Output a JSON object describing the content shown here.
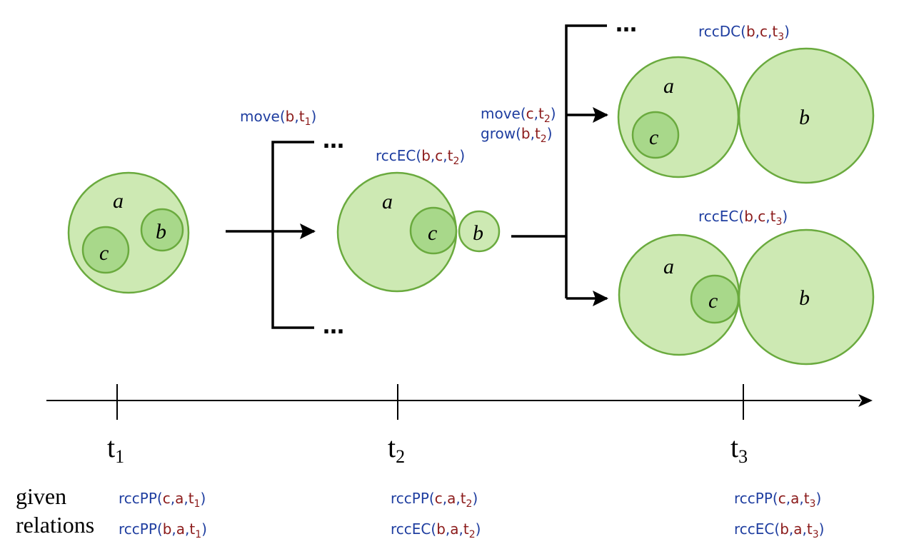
{
  "regions": {
    "a": "a",
    "b": "b",
    "c": "c"
  },
  "ellipsis": "…",
  "actions": {
    "first": {
      "fn": "move",
      "args": [
        "b"
      ],
      "t": "t",
      "tsub": "1"
    },
    "second_move": {
      "fn": "move",
      "args": [
        "c"
      ],
      "t": "t",
      "tsub": "2"
    },
    "second_grow": {
      "fn": "grow",
      "args": [
        "b"
      ],
      "t": "t",
      "tsub": "2"
    }
  },
  "state_relations": {
    "t2": {
      "fn": "rccEC",
      "args": [
        "b",
        "c"
      ],
      "t": "t",
      "tsub": "2"
    },
    "t3_top": {
      "fn": "rccDC",
      "args": [
        "b",
        "c"
      ],
      "t": "t",
      "tsub": "3"
    },
    "t3_bottom": {
      "fn": "rccEC",
      "args": [
        "b",
        "c"
      ],
      "t": "t",
      "tsub": "3"
    }
  },
  "timeline": {
    "ticks": [
      {
        "label": "t",
        "sub": "1"
      },
      {
        "label": "t",
        "sub": "2"
      },
      {
        "label": "t",
        "sub": "3"
      }
    ]
  },
  "given": {
    "label_line1": "given",
    "label_line2": "relations",
    "t1": [
      {
        "fn": "rccPP",
        "args": [
          "c",
          "a"
        ],
        "t": "t",
        "tsub": "1"
      },
      {
        "fn": "rccPP",
        "args": [
          "b",
          "a"
        ],
        "t": "t",
        "tsub": "1"
      }
    ],
    "t2": [
      {
        "fn": "rccPP",
        "args": [
          "c",
          "a"
        ],
        "t": "t",
        "tsub": "2"
      },
      {
        "fn": "rccEC",
        "args": [
          "b",
          "a"
        ],
        "t": "t",
        "tsub": "2"
      }
    ],
    "t3": [
      {
        "fn": "rccPP",
        "args": [
          "c",
          "a"
        ],
        "t": "t",
        "tsub": "3"
      },
      {
        "fn": "rccEC",
        "args": [
          "b",
          "a"
        ],
        "t": "t",
        "tsub": "3"
      }
    ]
  },
  "colors": {
    "function": "#1f3ea0",
    "argument": "#8b1a1a",
    "region_fill": "#cde9b3",
    "inner_fill": "#a8d88a",
    "region_stroke": "#6aaa3e"
  }
}
